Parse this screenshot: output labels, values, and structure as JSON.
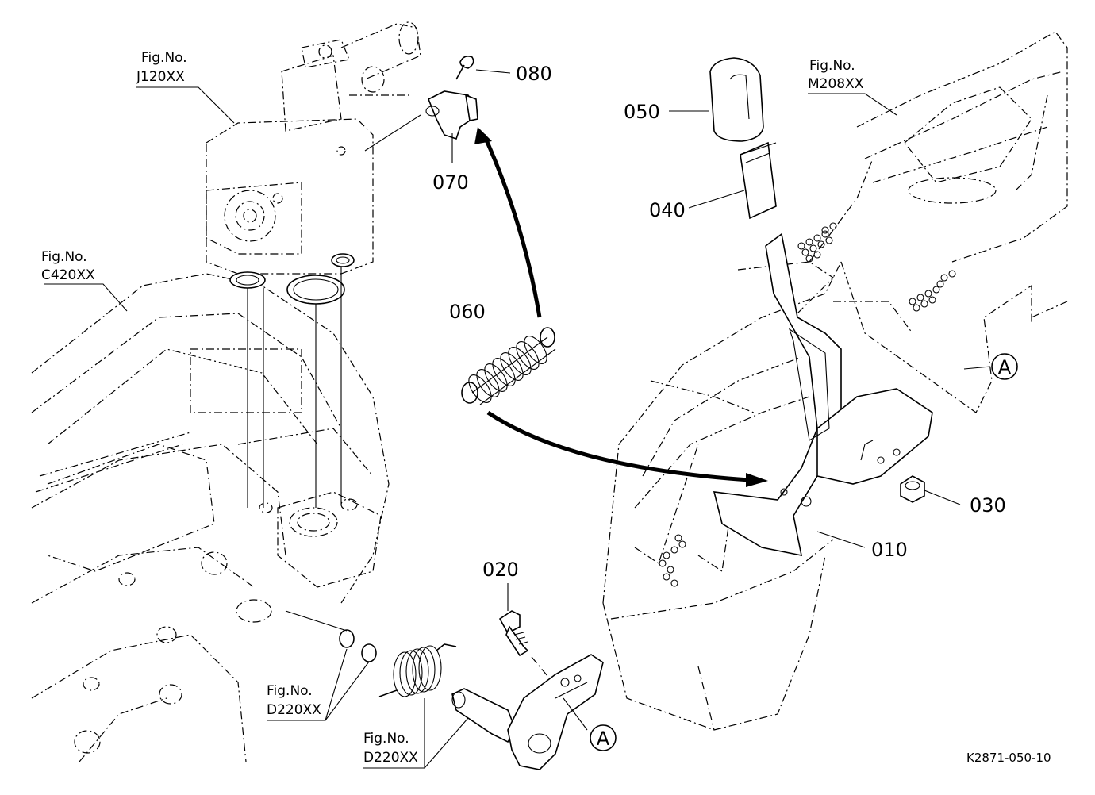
{
  "parts": {
    "p010": "010",
    "p020": "020",
    "p030": "030",
    "p040": "040",
    "p050": "050",
    "p060": "060",
    "p070": "070",
    "p080": "080"
  },
  "fig_refs": {
    "j120": {
      "line1": "Fig.No.",
      "line2": "J120XX"
    },
    "c420": {
      "line1": "Fig.No.",
      "line2": "C420XX"
    },
    "m208": {
      "line1": "Fig.No.",
      "line2": "M208XX"
    },
    "d220_a": {
      "line1": "Fig.No.",
      "line2": "D220XX"
    },
    "d220_b": {
      "line1": "Fig.No.",
      "line2": "D220XX"
    }
  },
  "markers": {
    "a_top": "A",
    "a_bottom": "A"
  },
  "drawing_code": "K2871-050-10"
}
